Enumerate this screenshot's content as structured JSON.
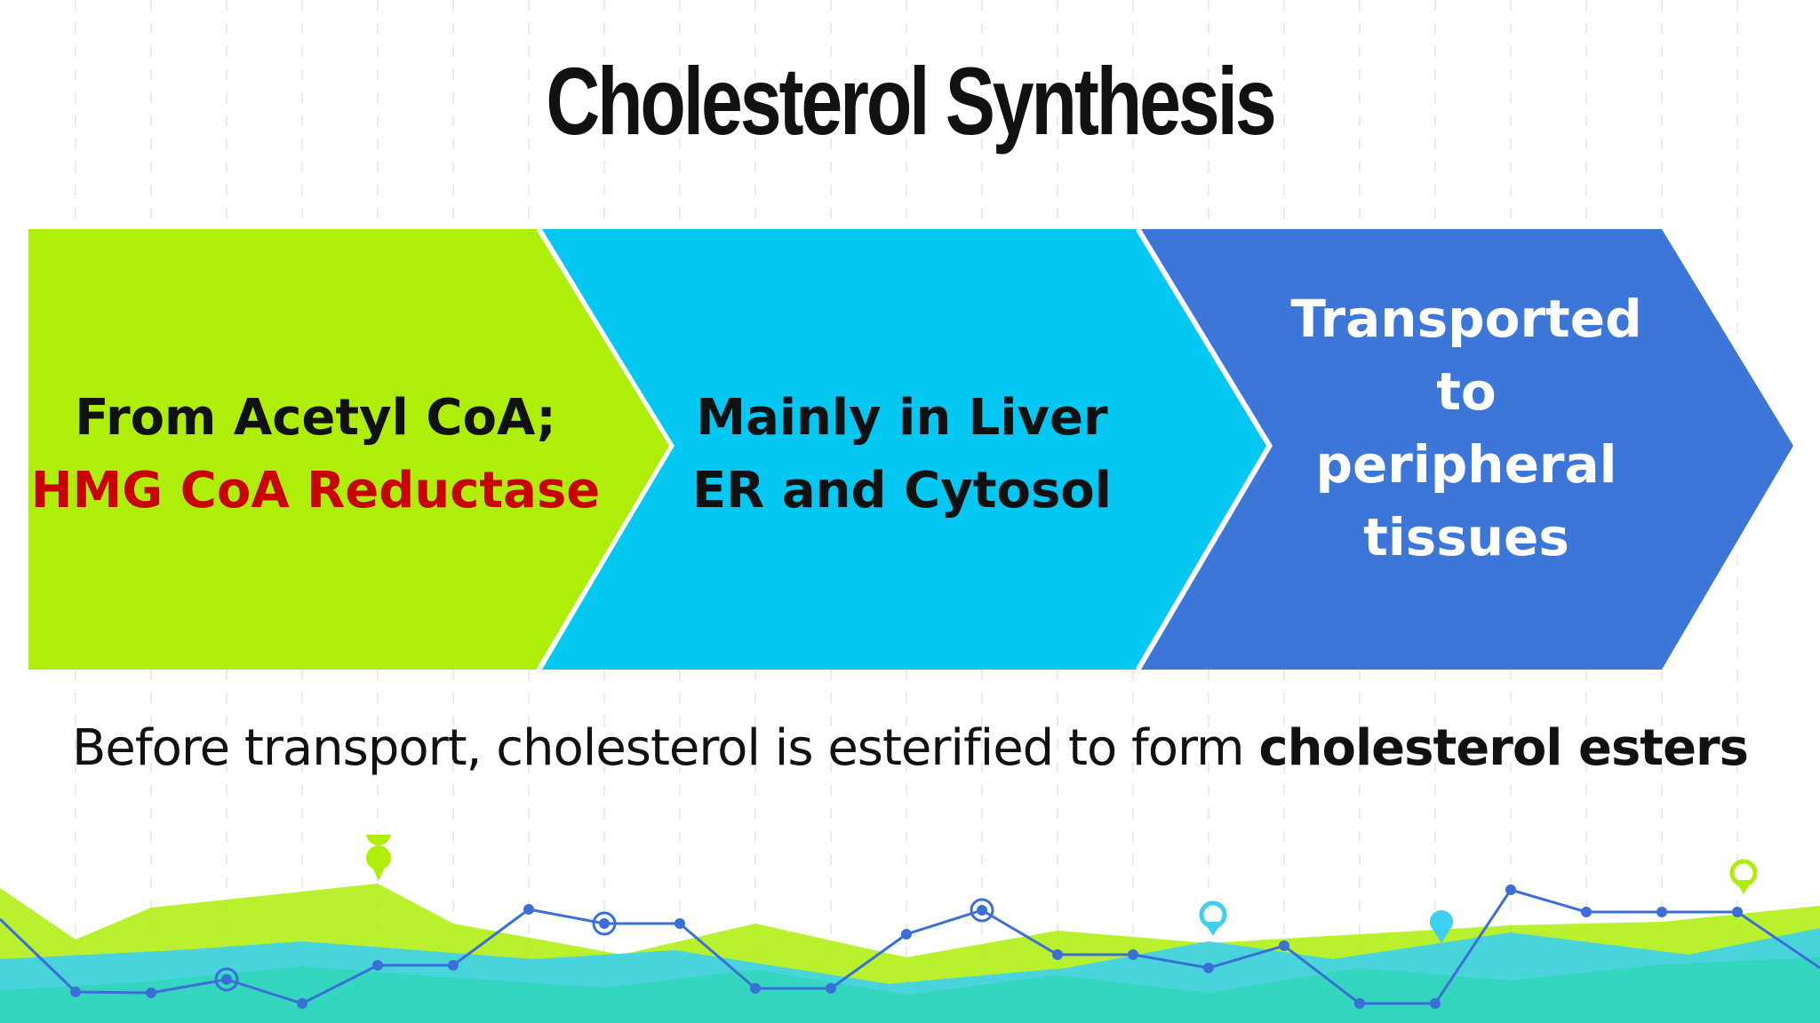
{
  "title": "Cholesterol Synthesis",
  "steps": [
    {
      "line1": "From Acetyl CoA;",
      "line2": "HMG CoA Reductase",
      "color": "#aeee0a",
      "highlight_color": "#c80000"
    },
    {
      "line1": "Mainly in Liver",
      "line2": "ER and Cytosol",
      "color": "#05c8f2"
    },
    {
      "line1": "Transported",
      "line2": "to",
      "line3": "peripheral",
      "line4": "tissues",
      "color": "#3c76d8"
    }
  ],
  "caption": {
    "plain": "Before transport, cholesterol is esterified to form ",
    "bold": "cholesterol esters"
  },
  "decor": {
    "colors": {
      "lime": "#aeee0a",
      "teal": "#34d6c0",
      "sky": "#3dd0f0",
      "line": "#3a6fd8"
    },
    "icons": [
      "map-pin-icon",
      "target-marker-icon"
    ]
  }
}
